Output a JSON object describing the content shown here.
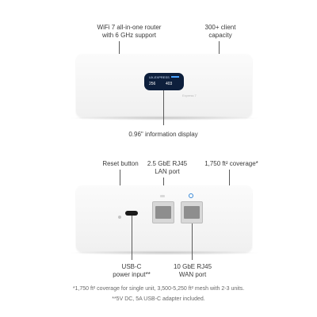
{
  "labels": {
    "wifi7": "WiFi 7 all-in-one router\nwith 6 GHz support",
    "clients": "300+ client\ncapacity",
    "display": "0.96\" information display",
    "reset": "Reset button",
    "lan": "2.5 GbE RJ45\nLAN port",
    "coverage": "1,750 ft² coverage*",
    "usbc": "USB-C\npower input**",
    "wan": "10 GbE RJ45\nWAN port"
  },
  "screen": {
    "top_line": "UX-EXPRESS",
    "left_value": "256",
    "right_value": "403"
  },
  "device_front_text": "Express 7",
  "footnotes": {
    "coverage_note": "*1,750 ft² coverage for single unit, 3,500-5,250 ft² mesh with 2-3 units.",
    "power_note": "**5V DC, 5A USB-C adapter included."
  },
  "colors": {
    "wan_led": "#3a8ad8",
    "screen_bg": "#0d1f3c",
    "screen_accent": "#4aa3ff"
  }
}
